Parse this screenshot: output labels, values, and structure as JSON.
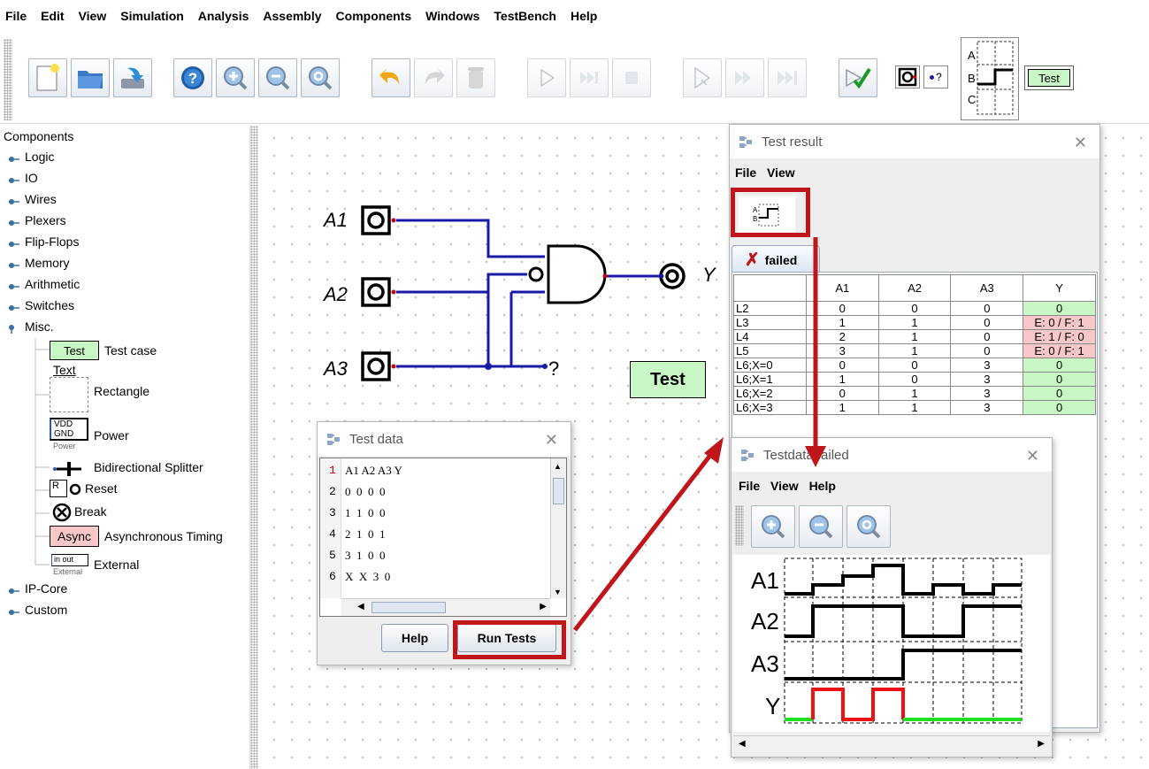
{
  "menu": [
    "File",
    "Edit",
    "View",
    "Simulation",
    "Analysis",
    "Assembly",
    "Components",
    "Windows",
    "TestBench",
    "Help"
  ],
  "toolbar": {
    "test_label": "Test",
    "probe_label": "?",
    "timing_labels": [
      "A",
      "B",
      "C"
    ]
  },
  "sidebar": {
    "title": "Components",
    "groups": [
      "Logic",
      "IO",
      "Wires",
      "Plexers",
      "Flip-Flops",
      "Memory",
      "Arithmetic",
      "Switches",
      "Misc."
    ],
    "misc_items": [
      {
        "icon_text": "Test",
        "label": "Test case"
      },
      {
        "icon_text": "Text",
        "label": ""
      },
      {
        "icon_text": "",
        "label": "Rectangle"
      },
      {
        "icon_text": "VDD GND",
        "sub": "Power",
        "label": "Power"
      },
      {
        "icon_text": "",
        "label": "Bidirectional Splitter"
      },
      {
        "icon_text": "R",
        "label": "Reset"
      },
      {
        "icon_text": "",
        "label": "Break"
      },
      {
        "icon_text": "Async",
        "label": "Asynchronous Timing"
      },
      {
        "icon_text": "in out",
        "sub": "External",
        "label": "External"
      }
    ],
    "tail_groups": [
      "IP-Core",
      "Custom"
    ]
  },
  "circuit": {
    "inputs": [
      "A1",
      "A2",
      "A3"
    ],
    "output": "Y",
    "probe": "?",
    "test_label": "Test"
  },
  "test_data": {
    "title": "Test data",
    "lines": [
      {
        "num": "1",
        "text": "A1 A2 A3 Y"
      },
      {
        "num": "2",
        "text": "0  0  0  0"
      },
      {
        "num": "3",
        "text": "1  1  0  0"
      },
      {
        "num": "4",
        "text": "2  1  0  1"
      },
      {
        "num": "5",
        "text": "3  1  0  0"
      },
      {
        "num": "6",
        "text": "X  X  3  0"
      }
    ],
    "help_button": "Help",
    "run_button": "Run Tests"
  },
  "test_result": {
    "title": "Test result",
    "menu": [
      "File",
      "View"
    ],
    "tab": "failed",
    "columns": [
      "",
      "A1",
      "A2",
      "A3",
      "Y"
    ],
    "rows": [
      {
        "cells": [
          "L2",
          "0",
          "0",
          "0",
          "0"
        ],
        "status": "ok"
      },
      {
        "cells": [
          "L3",
          "1",
          "1",
          "0",
          "E: 0 / F: 1"
        ],
        "status": "bad"
      },
      {
        "cells": [
          "L4",
          "2",
          "1",
          "0",
          "E: 1 / F: 0"
        ],
        "status": "bad"
      },
      {
        "cells": [
          "L5",
          "3",
          "1",
          "0",
          "E: 0 / F: 1"
        ],
        "status": "bad"
      },
      {
        "cells": [
          "L6;X=0",
          "0",
          "0",
          "3",
          "0"
        ],
        "status": "ok"
      },
      {
        "cells": [
          "L6;X=1",
          "1",
          "0",
          "3",
          "0"
        ],
        "status": "ok"
      },
      {
        "cells": [
          "L6;X=2",
          "0",
          "1",
          "3",
          "0"
        ],
        "status": "ok"
      },
      {
        "cells": [
          "L6;X=3",
          "1",
          "1",
          "3",
          "0"
        ],
        "status": "ok"
      }
    ]
  },
  "timing_window": {
    "title": "Testdata failed",
    "menu": [
      "File",
      "View",
      "Help"
    ],
    "signals": [
      "A1",
      "A2",
      "A3",
      "Y"
    ]
  },
  "colors": {
    "highlight": "#c0151b",
    "wire": "#1a1aa8",
    "ok": "#c8f7c5",
    "bad": "#f8c8c8",
    "signal_ok": "#22dd22",
    "signal_bad": "#ee1111"
  }
}
